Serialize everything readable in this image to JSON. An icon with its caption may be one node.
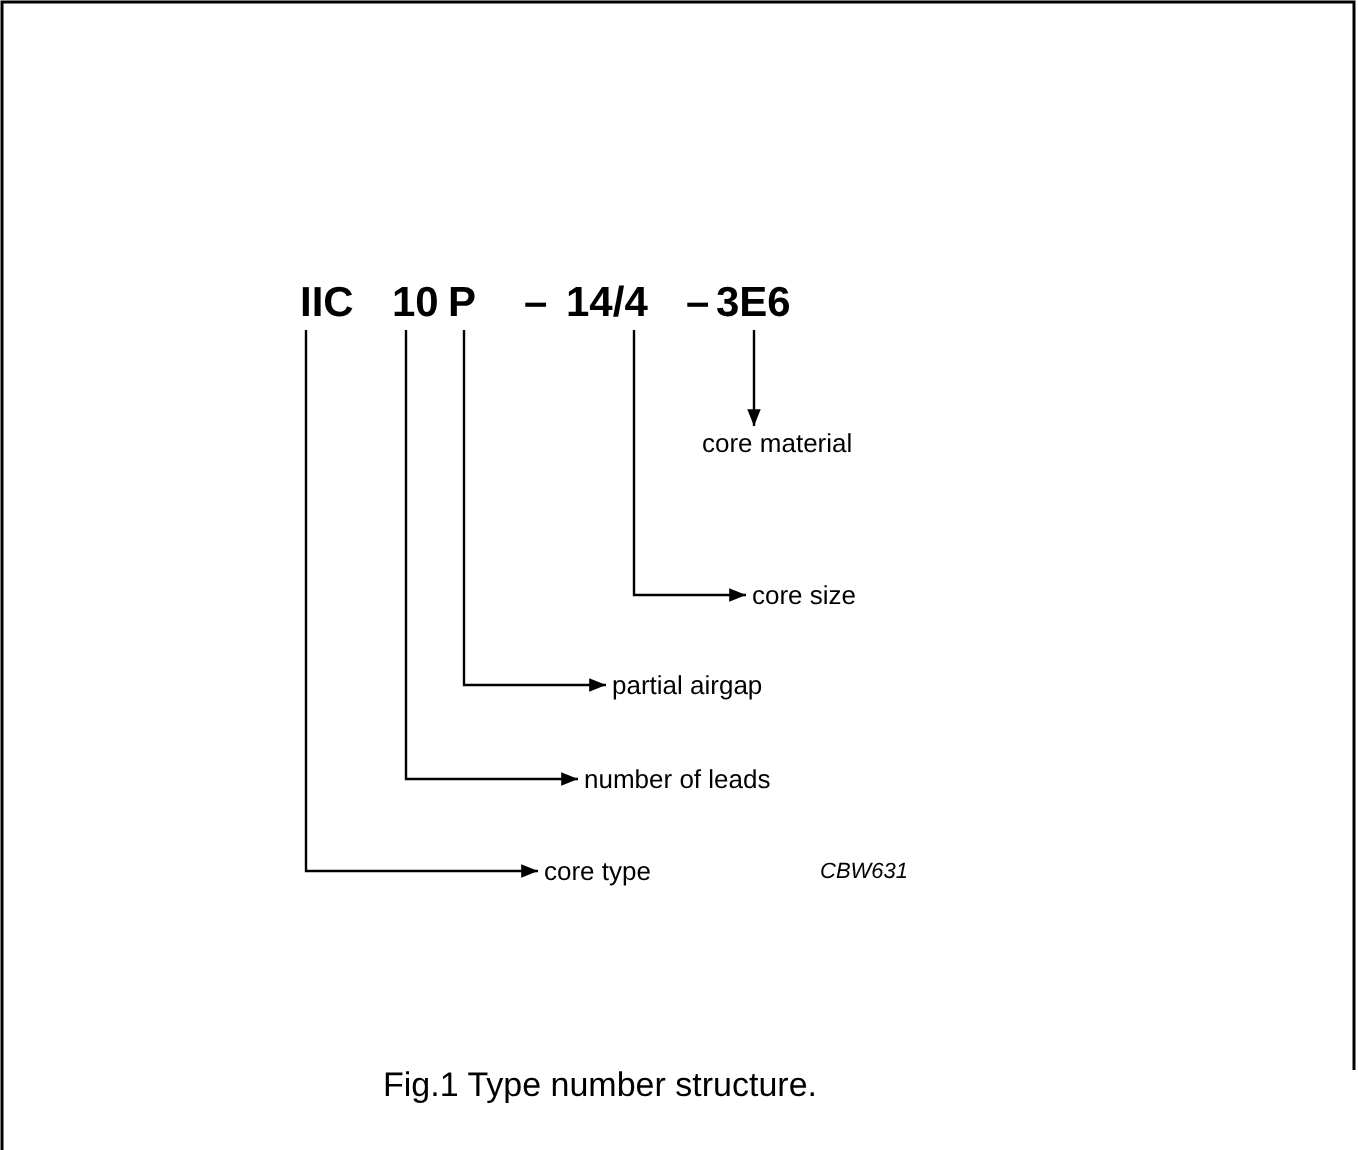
{
  "diagram": {
    "caption": "Fig.1  Type number structure.",
    "nodes": [
      {
        "text": [
          "IIC"
        ]
      },
      {
        "text": [
          "10"
        ]
      },
      {
        "text": [
          "P"
        ]
      },
      {
        "text": [
          "14/4"
        ]
      },
      {
        "text": [
          "3E6"
        ]
      },
      {
        "text": [
          "core material"
        ]
      },
      {
        "text": [
          "core size"
        ]
      },
      {
        "text": [
          "partial airgap"
        ]
      },
      {
        "text": [
          "number of leads"
        ]
      },
      {
        "text": [
          "core type"
        ]
      }
    ],
    "edges": [
      {
        "from": 4,
        "to": 5,
        "arrow": "to"
      },
      {
        "from": 3,
        "to": 6,
        "arrow": "to"
      },
      {
        "from": 2,
        "to": 7,
        "arrow": "to"
      },
      {
        "from": 1,
        "to": 8,
        "arrow": "to"
      },
      {
        "from": 0,
        "to": 9,
        "arrow": "to"
      }
    ],
    "labels": [
      "–",
      "–",
      "CBW631"
    ]
  }
}
